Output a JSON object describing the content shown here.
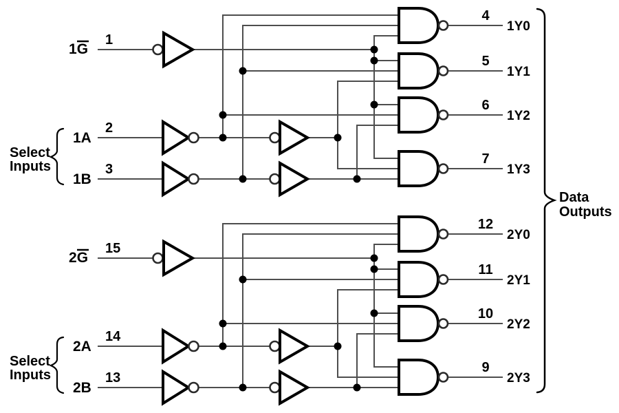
{
  "colors": {
    "background": "#ffffff",
    "wire": "#4d4d4d",
    "ink": "#000000"
  },
  "decoder1": {
    "enable": {
      "pin": "1",
      "label_prefix": "1",
      "label_overlined": "G"
    },
    "select_a": {
      "pin": "2",
      "label": "1A"
    },
    "select_b": {
      "pin": "3",
      "label": "1B"
    },
    "select_brace_label": {
      "line1": "Select",
      "line2": "Inputs"
    },
    "outputs": [
      {
        "pin": "4",
        "label": "1Y0"
      },
      {
        "pin": "5",
        "label": "1Y1"
      },
      {
        "pin": "6",
        "label": "1Y2"
      },
      {
        "pin": "7",
        "label": "1Y3"
      }
    ]
  },
  "decoder2": {
    "enable": {
      "pin": "15",
      "label_prefix": "2",
      "label_overlined": "G"
    },
    "select_a": {
      "pin": "14",
      "label": "2A"
    },
    "select_b": {
      "pin": "13",
      "label": "2B"
    },
    "select_brace_label": {
      "line1": "Select",
      "line2": "Inputs"
    },
    "outputs": [
      {
        "pin": "12",
        "label": "2Y0"
      },
      {
        "pin": "11",
        "label": "2Y1"
      },
      {
        "pin": "10",
        "label": "2Y2"
      },
      {
        "pin": "9",
        "label": "2Y3"
      }
    ]
  },
  "data_outputs_brace_label": {
    "line1": "Data",
    "line2": "Outputs"
  }
}
